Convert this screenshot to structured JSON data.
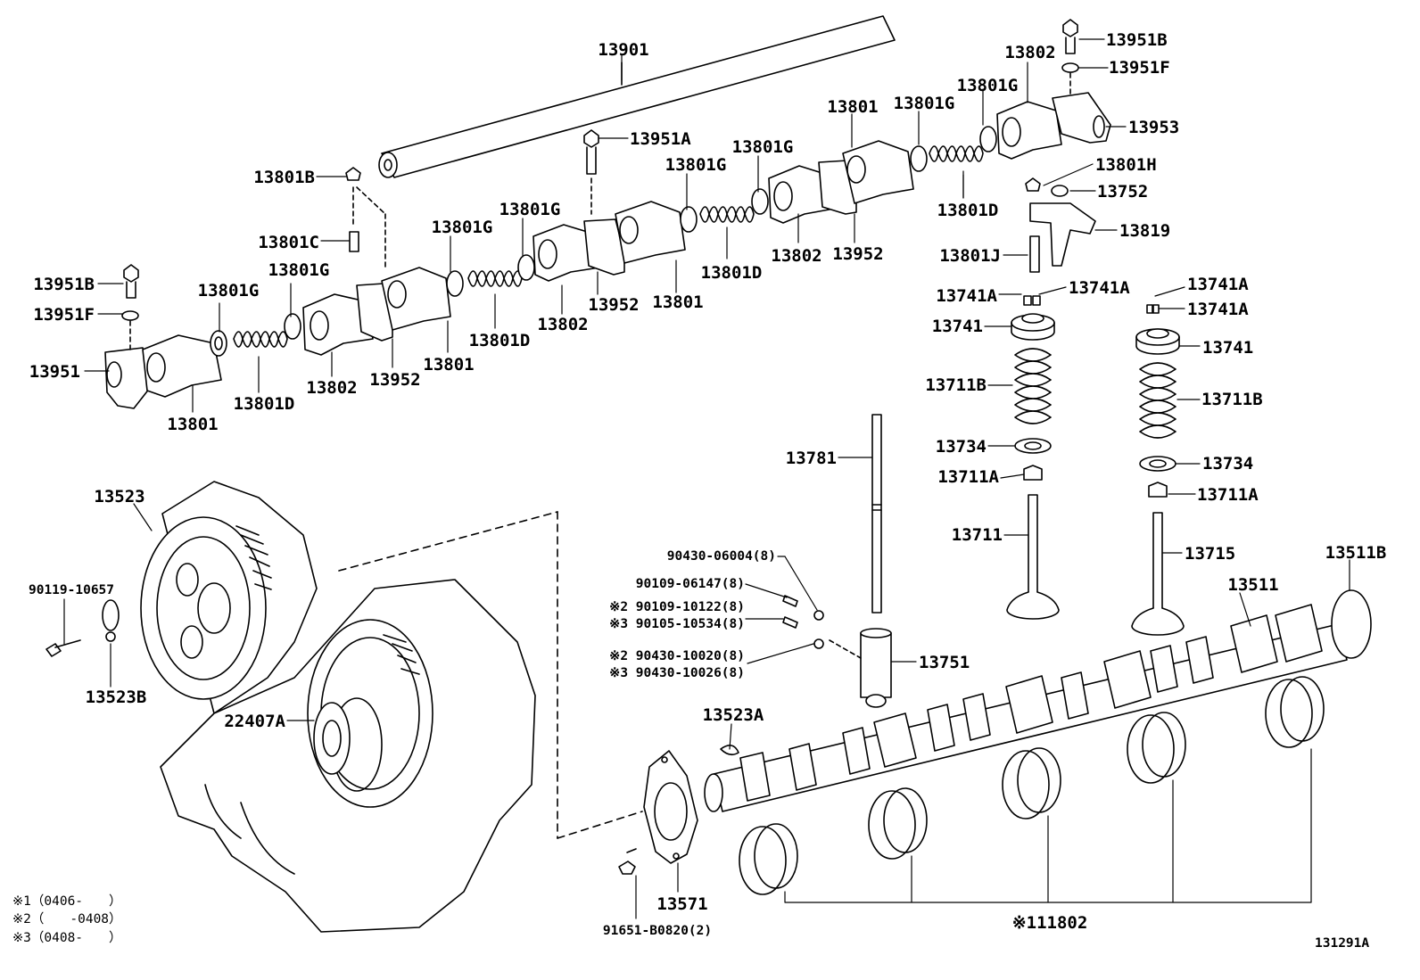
{
  "diagram_id": "131291A",
  "notes": [
    "※1（0406-　　）",
    "※2（　　-0408）",
    "※3（0408-　　）"
  ],
  "callouts": {
    "c13901": "13901",
    "c13951B_top": "13951B",
    "c13951F_top": "13951F",
    "c13802_top": "13802",
    "c13801G_a": "13801G",
    "c13801_a": "13801",
    "c13953": "13953",
    "c13801H": "13801H",
    "c13752": "13752",
    "c13819": "13819",
    "c13801D_a": "13801D",
    "c13801J": "13801J",
    "c13801G_b": "13801G",
    "c13951A": "13951A",
    "c13801G_c": "13801G",
    "c13801G_d": "13801G",
    "c13801B": "13801B",
    "c13801G_e": "13801G",
    "c13801C": "13801C",
    "c13801G_f": "13801G",
    "c13801D_b": "13801D",
    "c13802_mid": "13802",
    "c13952_mid": "13952",
    "c13951B_left": "13951B",
    "c13801G_g": "13801G",
    "c13801G_h": "13801G",
    "c13951F_left": "13951F",
    "c13951": "13951",
    "c13801_b": "13801",
    "c13801D_c": "13801D",
    "c13802_b": "13802",
    "c13952_b": "13952",
    "c13801_c": "13801",
    "c13801D_d": "13801D",
    "c13802_c": "13802",
    "c13952_c": "13952",
    "c13801_d": "13801",
    "c13741A_l1": "13741A",
    "c13741A_l2": "13741A",
    "c13741A_r1": "13741A",
    "c13741A_r2": "13741A",
    "c13741_l": "13741",
    "c13741_r": "13741",
    "c13711B_l": "13711B",
    "c13711B_r": "13711B",
    "c13734_l": "13734",
    "c13734_r": "13734",
    "c13711A_l": "13711A",
    "c13711A_r": "13711A",
    "c13711": "13711",
    "c13715": "13715",
    "c13781": "13781",
    "c13751": "13751",
    "c90430_06004": "90430-06004(8)",
    "c90109_06147": "90109-06147(8)",
    "c90109_10122": "※2 90109-10122(8)",
    "c90105_10534": "※3 90105-10534(8)",
    "c90430_10020": "※2 90430-10020(8)",
    "c90430_10026": "※3 90430-10026(8)",
    "c13523": "13523",
    "c90119_10657": "90119-10657",
    "c13523B": "13523B",
    "c22407A": "22407A",
    "c13523A": "13523A",
    "c13571": "13571",
    "c91651": "91651-B0820(2)",
    "c13511": "13511",
    "c13511B": "13511B",
    "c11802": "※111802"
  }
}
